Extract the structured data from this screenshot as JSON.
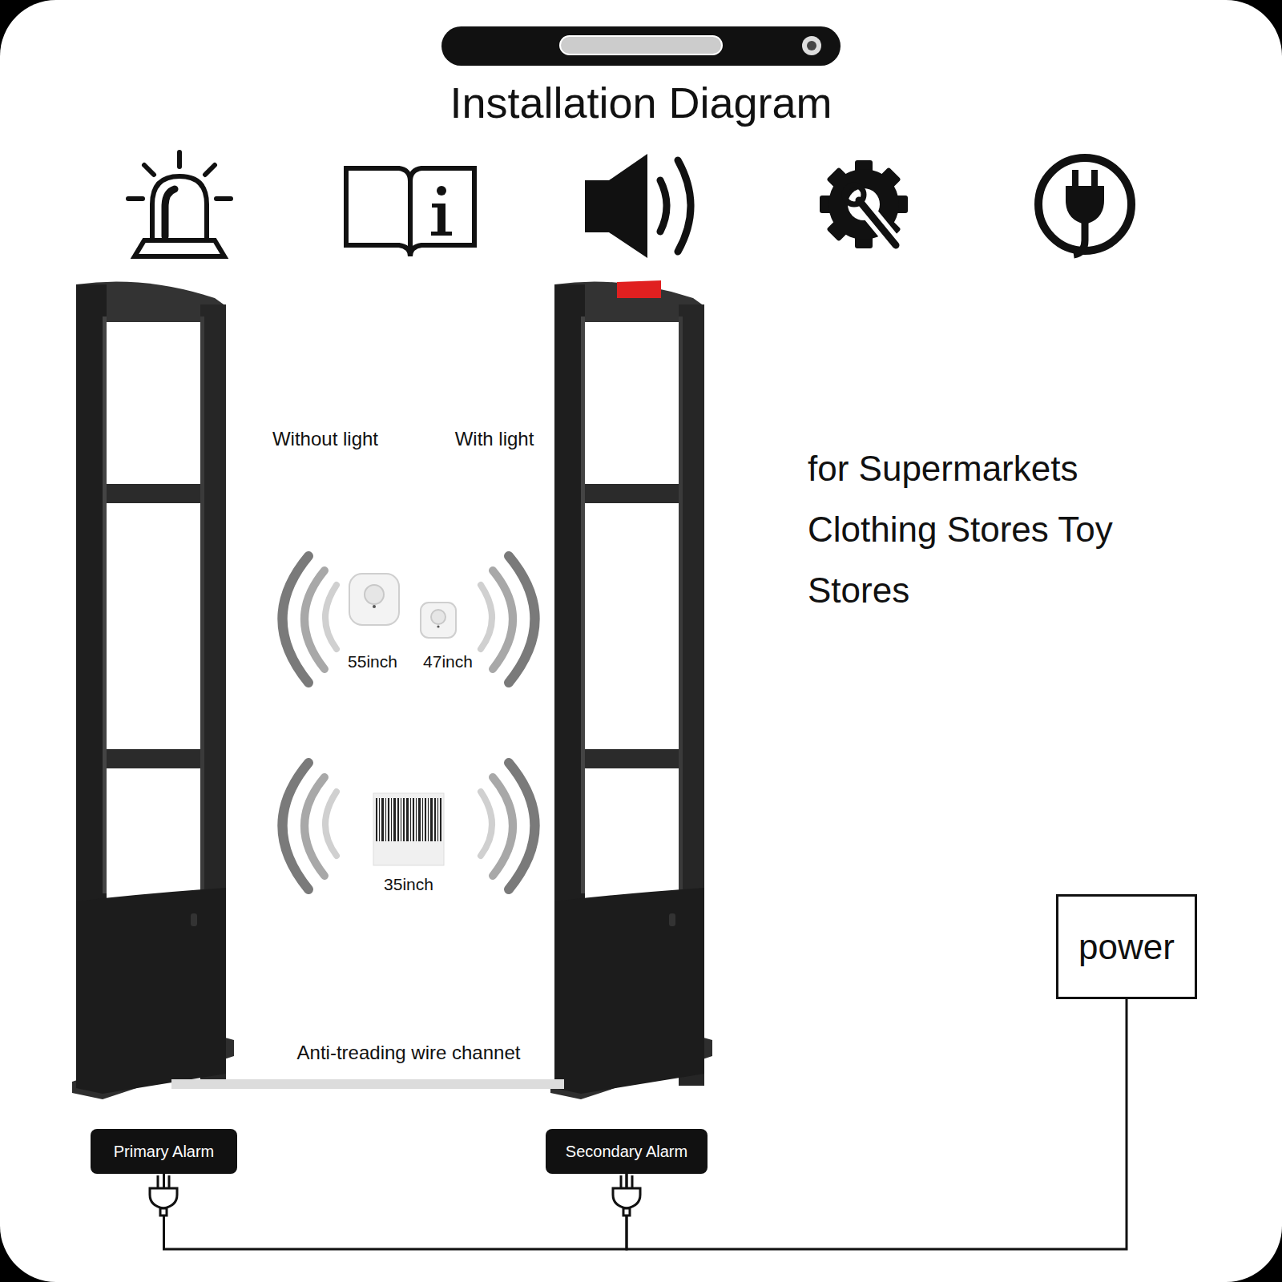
{
  "diagram": {
    "title": "Installation Diagram",
    "nodes": [
      {
        "text": [
          "power"
        ]
      },
      {
        "text": [
          "Primary Alarm"
        ]
      },
      {
        "text": [
          "Secondary Alarm"
        ]
      }
    ],
    "edges": [
      {
        "from": 1,
        "to": 2,
        "arrow": "none"
      },
      {
        "from": 0,
        "to": 2,
        "arrow": "none"
      }
    ],
    "labels": [
      "Without light",
      "With light",
      "55inch",
      "47inch",
      "35inch",
      "for Supermarkets Clothing Stores Toy Stores",
      "Anti-treading wire channet"
    ]
  }
}
